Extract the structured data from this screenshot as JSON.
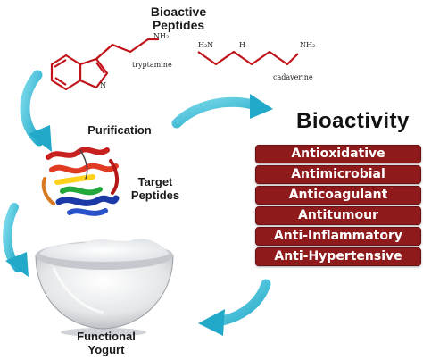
{
  "header": {
    "line1": "Bioactive",
    "line2": "Peptides"
  },
  "molecules": {
    "tryptamine": {
      "name": "tryptamine",
      "group": "NH₂",
      "ring_atom": "N"
    },
    "cadaverine": {
      "name": "cadaverine",
      "group_left": "H₂N",
      "group_right": "NH₂",
      "atom_h": "H"
    }
  },
  "steps": {
    "purification": "Purification",
    "target_line1": "Target",
    "target_line2": "Peptides",
    "yogurt_line1": "Functional",
    "yogurt_line2": "Yogurt"
  },
  "bioactivity": {
    "title": "Bioactivity",
    "items": [
      "Antioxidative",
      "Antimicrobial",
      "Anticoagulant",
      "Antitumour",
      "Anti-Inflammatory",
      "Anti-Hypertensive"
    ]
  },
  "colors": {
    "arrow": "#3cbfd8",
    "pill": "#8e1a1c",
    "bond": "#c0141a"
  }
}
